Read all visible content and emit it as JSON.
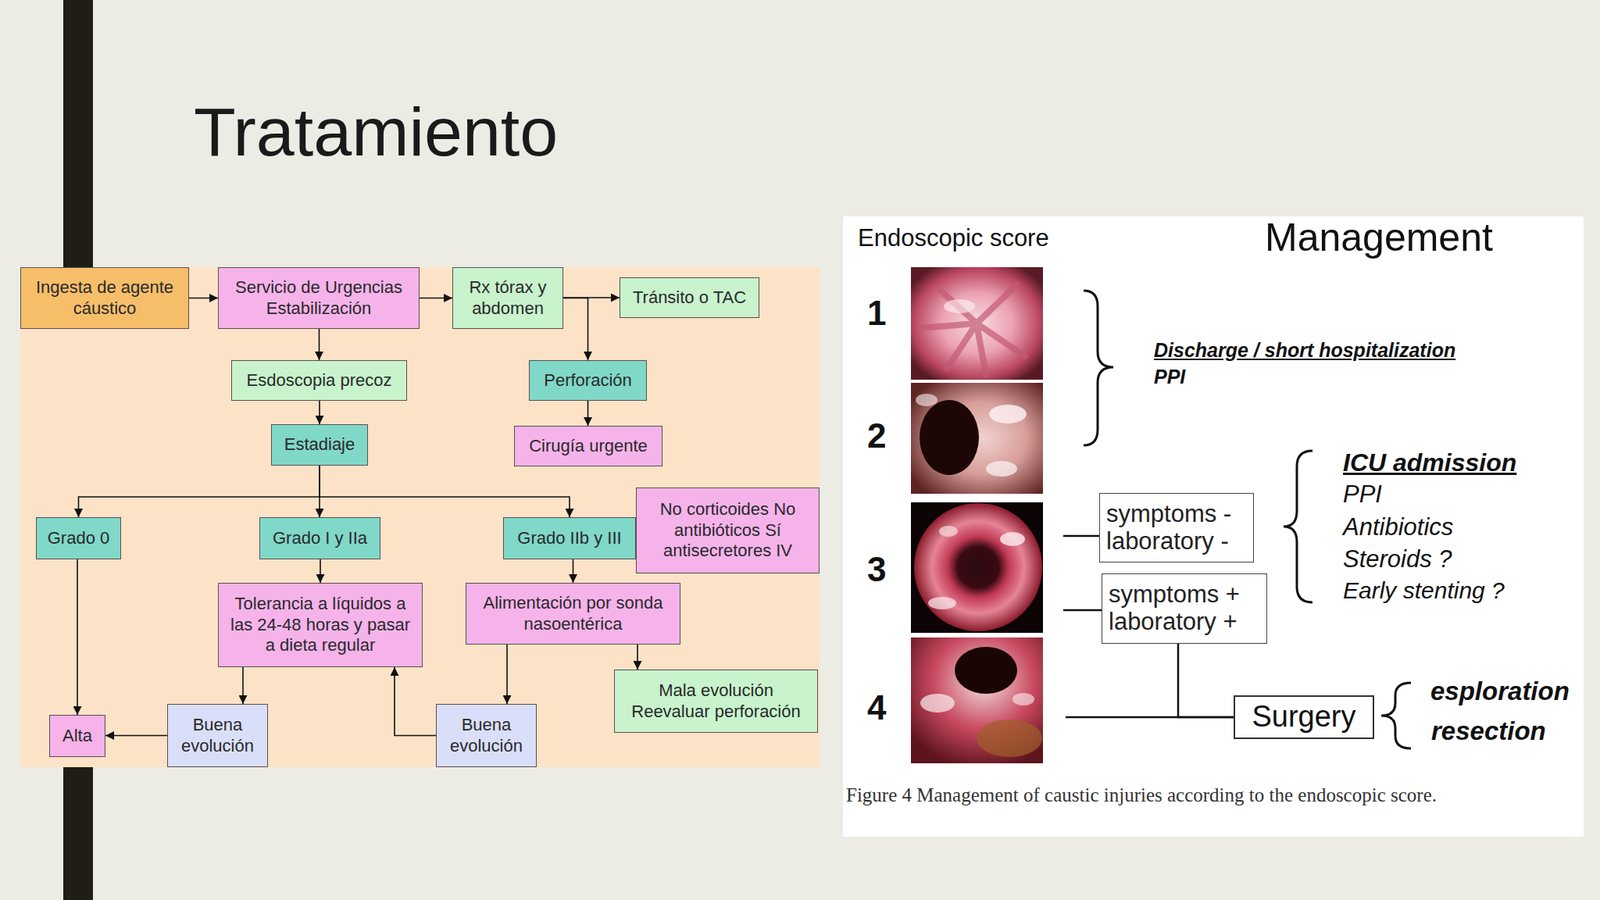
{
  "diagram": {
    "title": "Tratamiento",
    "caption": "Figure 4 Management of caustic injuries according to the endoscopic score.",
    "nodes": [
      {
        "text": [
          "Ingesta de agente cáustico"
        ]
      },
      {
        "text": [
          "Servicio de Urgencias Estabilización"
        ]
      },
      {
        "text": [
          "Rx tórax y abdomen"
        ]
      },
      {
        "text": [
          "Tránsito o TAC"
        ]
      },
      {
        "text": [
          "Esdoscopia precoz"
        ]
      },
      {
        "text": [
          "Perforación"
        ]
      },
      {
        "text": [
          "Estadiaje"
        ]
      },
      {
        "text": [
          "Cirugía urgente"
        ]
      },
      {
        "text": [
          "Grado 0"
        ]
      },
      {
        "text": [
          "Grado I y IIa"
        ]
      },
      {
        "text": [
          "Grado IIb y III"
        ]
      },
      {
        "text": [
          "No corticoides No antibióticos Sí antisecretores IV"
        ]
      },
      {
        "text": [
          "Tolerancia a líquidos a las 24-48 horas y pasar a dieta regular"
        ]
      },
      {
        "text": [
          "Alimentación por sonda nasoentérica"
        ]
      },
      {
        "text": [
          "Mala evolución Reevaluar perforación"
        ]
      },
      {
        "text": [
          "Alta"
        ]
      },
      {
        "text": [
          "Buena evolución"
        ]
      },
      {
        "text": [
          "Buena evolución"
        ]
      },
      {
        "text": [
          "symptoms - laboratory -"
        ]
      },
      {
        "text": [
          "symptoms + laboratory +"
        ]
      },
      {
        "text": [
          "Surgery"
        ]
      }
    ],
    "edges": [
      {
        "from": 0,
        "to": 1,
        "arrow": "to"
      },
      {
        "from": 1,
        "to": 2,
        "arrow": "to"
      },
      {
        "from": 2,
        "to": 3,
        "arrow": "to"
      },
      {
        "from": 2,
        "to": 5,
        "arrow": "to"
      },
      {
        "from": 1,
        "to": 4,
        "arrow": "to"
      },
      {
        "from": 4,
        "to": 6,
        "arrow": "to"
      },
      {
        "from": 5,
        "to": 7,
        "arrow": "to"
      },
      {
        "from": 6,
        "to": 8,
        "arrow": "to"
      },
      {
        "from": 6,
        "to": 9,
        "arrow": "to"
      },
      {
        "from": 6,
        "to": 10,
        "arrow": "to"
      },
      {
        "from": 9,
        "to": 12,
        "arrow": "to"
      },
      {
        "from": 10,
        "to": 13,
        "arrow": "to"
      },
      {
        "from": 13,
        "to": 14,
        "arrow": "to"
      },
      {
        "from": 13,
        "to": 17,
        "arrow": "to"
      },
      {
        "from": 12,
        "to": 16,
        "arrow": "to"
      },
      {
        "from": 16,
        "to": 15,
        "arrow": "to"
      },
      {
        "from": 8,
        "to": 15,
        "arrow": "to"
      },
      {
        "from": 17,
        "to": 12,
        "arrow": "to"
      },
      {
        "from": 19,
        "to": 20,
        "arrow": "none"
      }
    ],
    "labels": [
      "Endoscopic score",
      "Management",
      "1",
      "2",
      "3",
      "4",
      "Discharge / short hospitalization",
      "PPI",
      "ICU admission",
      "PPI",
      "Antibiotics",
      "Steroids ?",
      "Early stenting ?",
      "esploration",
      "resection"
    ]
  }
}
